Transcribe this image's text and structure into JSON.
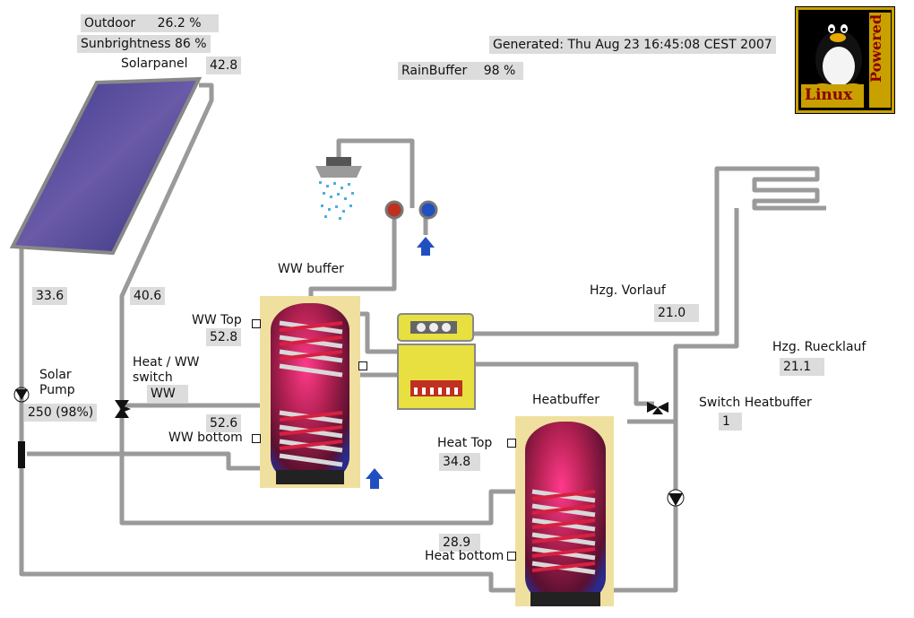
{
  "header": {
    "generated": "Generated: Thu Aug 23 16:45:08 CEST 2007",
    "rain_label": "RainBuffer",
    "rain_value": "98 %"
  },
  "weather": {
    "outdoor_label": "Outdoor",
    "outdoor_value": "26.2 %",
    "sun": "Sunbrightness 86 %"
  },
  "solar": {
    "panel_label": "Solarpanel",
    "panel_temp": "42.8",
    "return_temp": "33.6",
    "flow_temp": "40.6",
    "pump_label": "Solar\nPump",
    "pump_value": "250 (98%)"
  },
  "switch_ww": {
    "label": "Heat / WW\nswitch",
    "value": "WW"
  },
  "ww_buffer": {
    "title": "WW buffer",
    "top_label": "WW Top",
    "top_temp": "52.8",
    "bottom_temp": "52.6",
    "bottom_label": "WW bottom"
  },
  "heating": {
    "vorlauf_label": "Hzg. Vorlauf",
    "vorlauf_temp": "21.0",
    "ruecklauf_label": "Hzg. Ruecklauf",
    "ruecklauf_temp": "21.1",
    "switch_label": "Switch Heatbuffer",
    "switch_value": "1"
  },
  "heatbuffer": {
    "title": "Heatbuffer",
    "top_label": "Heat Top",
    "top_temp": "34.8",
    "bottom_temp": "28.9",
    "bottom_label": "Heat bottom"
  },
  "logo": {
    "word1": "Linux",
    "word2": "Powered"
  },
  "colors": {
    "pipe": "#a8a8a8",
    "tank_copper": "#a0304a",
    "controller": "#e8e040",
    "panel": "#4a4a9a",
    "logo_gold": "#c8a000"
  }
}
